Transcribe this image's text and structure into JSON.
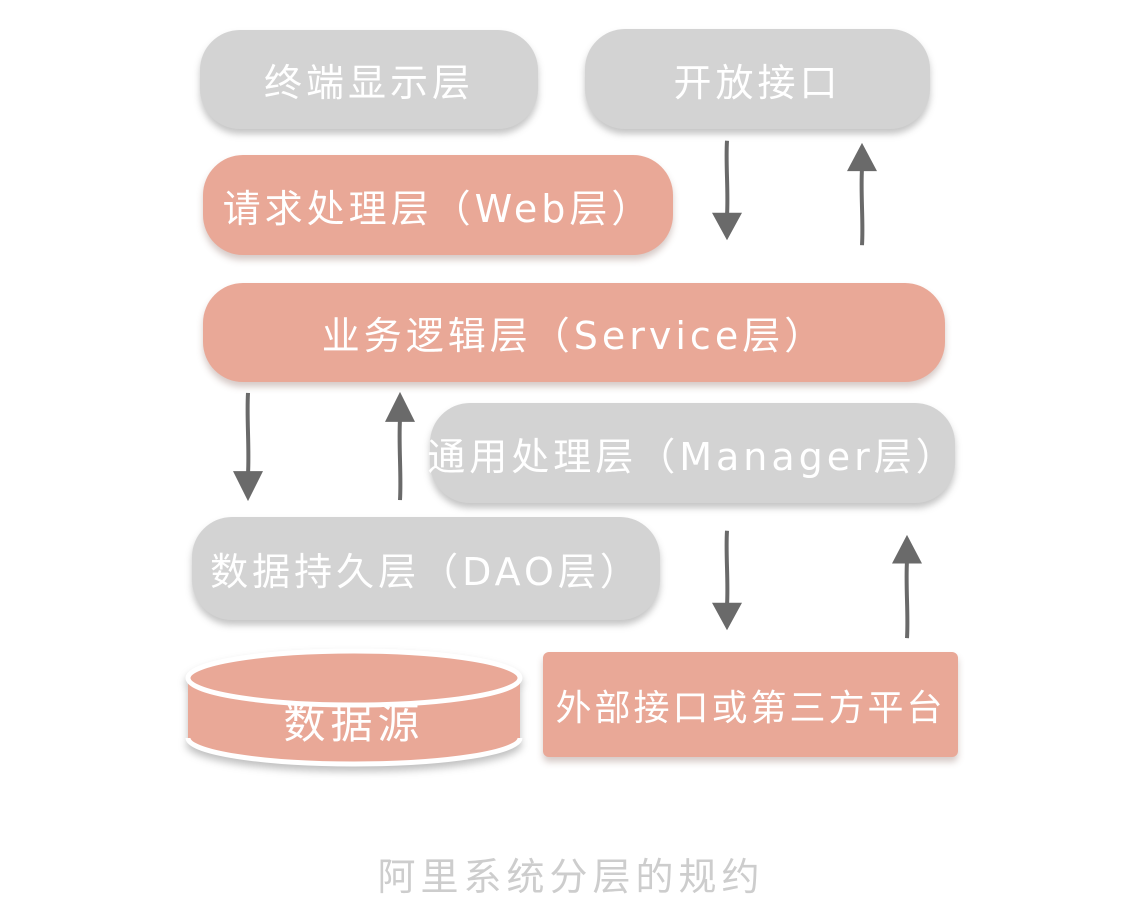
{
  "caption": "阿里系统分层的规约",
  "colors": {
    "box_salmon": "#E9A897",
    "box_gray": "#D3D3D3",
    "box_text": "#FFFFFF",
    "arrow": "#6A6A6A",
    "caption_text": "#CDCDCD",
    "background": "#FFFFFF"
  },
  "boxes": {
    "terminal": {
      "label": "终端显示层",
      "color": "gray"
    },
    "open_api": {
      "label": "开放接口",
      "color": "gray"
    },
    "web": {
      "label": "请求处理层（Web层）",
      "color": "salmon"
    },
    "service": {
      "label": "业务逻辑层（Service层）",
      "color": "salmon"
    },
    "manager": {
      "label": "通用处理层（Manager层）",
      "color": "gray"
    },
    "dao": {
      "label": "数据持久层（DAO层）",
      "color": "gray"
    },
    "datasource": {
      "label": "数据源",
      "color": "salmon",
      "shape": "cylinder"
    },
    "external": {
      "label": "外部接口或第三方平台",
      "color": "salmon"
    }
  },
  "arrows": [
    {
      "name": "open-api-to-service",
      "direction": "down"
    },
    {
      "name": "service-to-open-api",
      "direction": "up"
    },
    {
      "name": "service-to-dao",
      "direction": "down"
    },
    {
      "name": "dao-to-service",
      "direction": "up"
    },
    {
      "name": "manager-to-external",
      "direction": "down"
    },
    {
      "name": "external-to-manager",
      "direction": "up"
    }
  ]
}
